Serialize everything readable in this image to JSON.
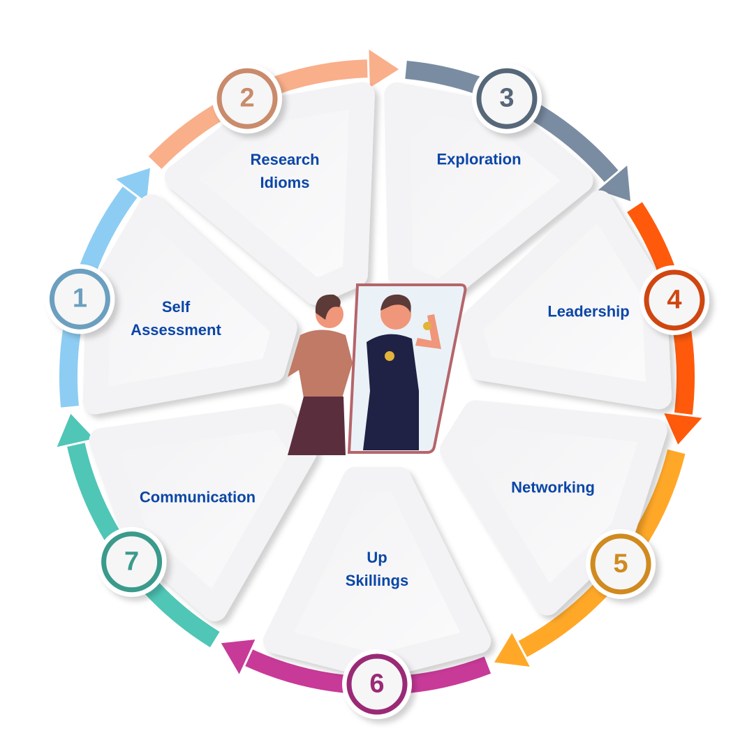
{
  "title": "Career development cycle",
  "steps": [
    {
      "number": "1",
      "label_lines": [
        "Self",
        "Assessment"
      ],
      "color": "#8dcdf3",
      "ring": "#6b9fbf"
    },
    {
      "number": "2",
      "label_lines": [
        "Research",
        "Idioms"
      ],
      "color": "#f9af8a",
      "ring": "#c98b6b"
    },
    {
      "number": "3",
      "label_lines": [
        "Exploration"
      ],
      "color": "#7a8ca2",
      "ring": "#566779"
    },
    {
      "number": "4",
      "label_lines": [
        "Leadership"
      ],
      "color": "#ff5a0c",
      "ring": "#cf4610"
    },
    {
      "number": "5",
      "label_lines": [
        "Networking"
      ],
      "color": "#ffa828",
      "ring": "#d08a1f"
    },
    {
      "number": "6",
      "label_lines": [
        "Up",
        "Skillings"
      ],
      "color": "#c83a98",
      "ring": "#9a2a76"
    },
    {
      "number": "7",
      "label_lines": [
        "Communication"
      ],
      "color": "#4fc6b6",
      "ring": "#3a9a8b"
    }
  ],
  "illustration": "person-looking-in-mirror-with-medal"
}
